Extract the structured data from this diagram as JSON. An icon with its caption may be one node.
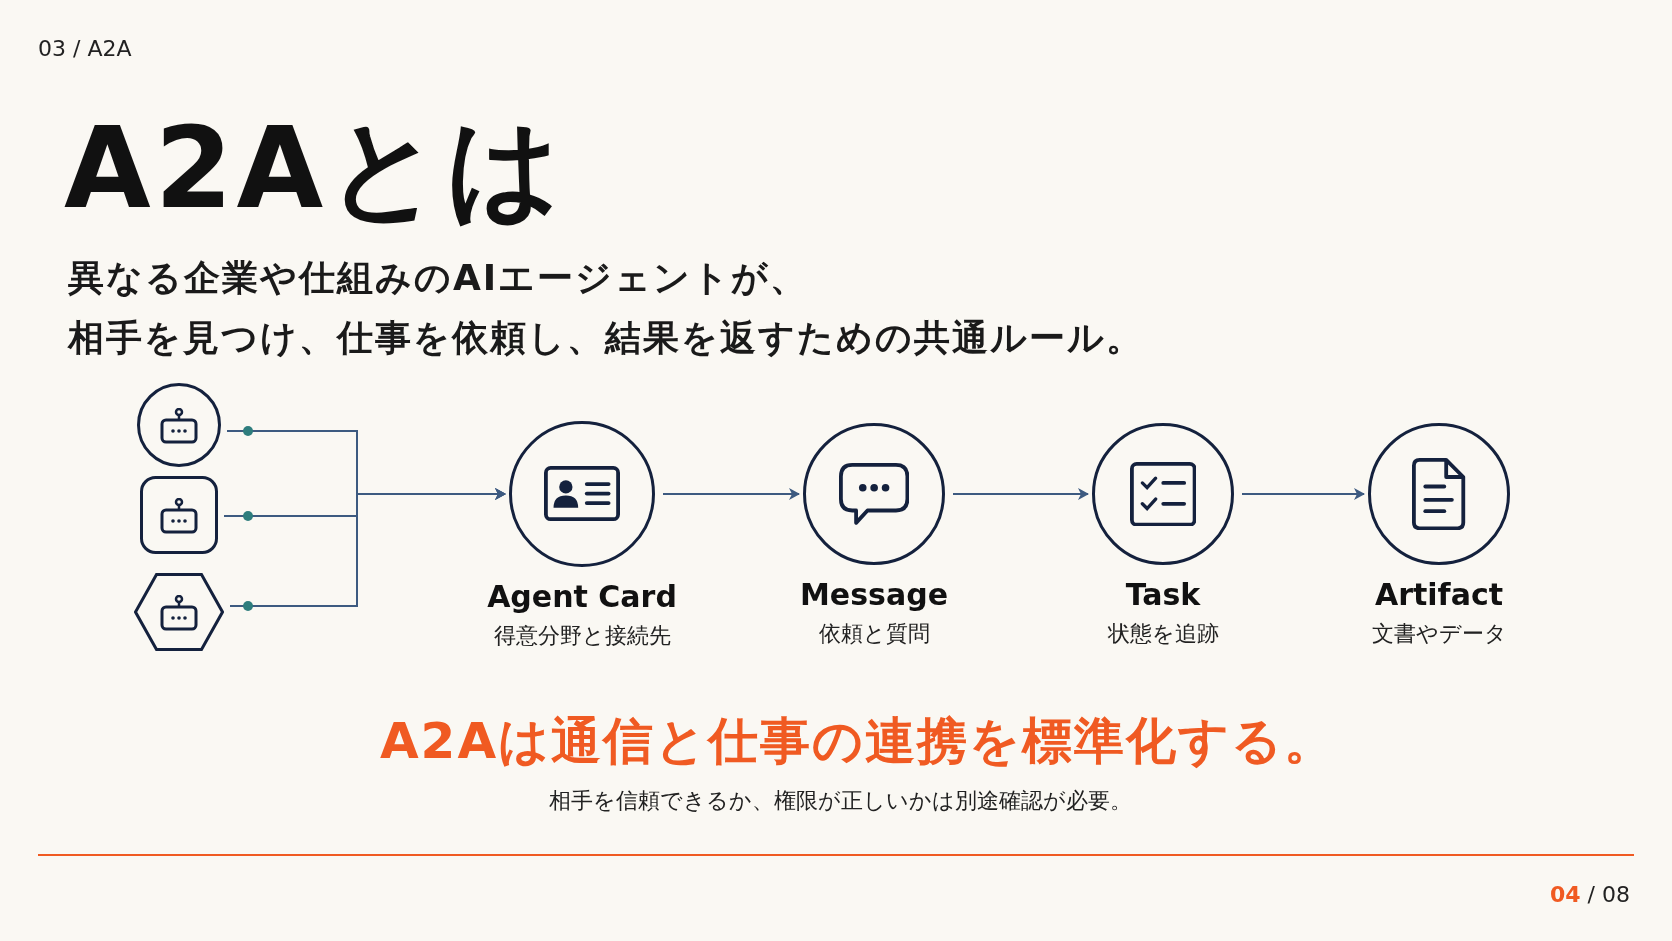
{
  "diagram": {
    "title": "A2Aとは",
    "nodes": [
      {
        "text": [],
        "shape": "circle"
      },
      {
        "text": [],
        "shape": "box"
      },
      {
        "text": [],
        "shape": "hexagon"
      },
      {
        "text": [
          "Agent Card",
          "得意分野と接続先"
        ]
      },
      {
        "text": [
          "Message",
          "依頼と質問"
        ]
      },
      {
        "text": [
          "Task",
          "状態を追跡"
        ]
      },
      {
        "text": [
          "Artifact",
          "文書やデータ"
        ]
      }
    ],
    "edges": [
      {
        "from": 0,
        "to": 3,
        "arrow": "to"
      },
      {
        "from": 1,
        "to": 3,
        "arrow": "to"
      },
      {
        "from": 2,
        "to": 3,
        "arrow": "to"
      },
      {
        "from": 3,
        "to": 4,
        "arrow": "to"
      },
      {
        "from": 4,
        "to": 5,
        "arrow": "to"
      },
      {
        "from": 5,
        "to": 6,
        "arrow": "to"
      }
    ],
    "labels": [
      "03 / A2A",
      "異なる企業や仕組みのAIエージェントが、",
      "相手を見つけ、仕事を依頼し、結果を返すための共通ルール。",
      "A2Aは通信と仕事の連携を標準化する。",
      "相手を信頼できるか、権限が正しいかは別途確認が必要。",
      "**04** / 08"
    ]
  }
}
